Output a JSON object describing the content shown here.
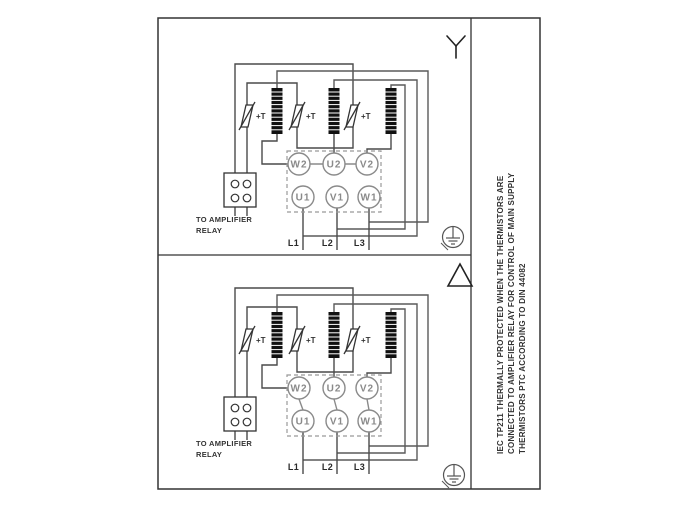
{
  "diagram": {
    "panels": [
      {
        "id": "star",
        "connection_symbol": "star",
        "terminals_top": [
          "W2",
          "U2",
          "V2"
        ],
        "terminals_bottom": [
          "U1",
          "V1",
          "W1"
        ],
        "supply_lines": [
          "L1",
          "L2",
          "L3"
        ],
        "thermistor_label": "+T",
        "relay_note_line1": "TO AMPLIFIER",
        "relay_note_line2": "RELAY"
      },
      {
        "id": "delta",
        "connection_symbol": "delta",
        "terminals_top": [
          "W2",
          "U2",
          "V2"
        ],
        "terminals_bottom": [
          "U1",
          "V1",
          "W1"
        ],
        "supply_lines": [
          "L1",
          "L2",
          "L3"
        ],
        "thermistor_label": "+T",
        "relay_note_line1": "TO AMPLIFIER",
        "relay_note_line2": "RELAY"
      }
    ],
    "side_note_lines": [
      "IEC TP211 THERMALLY PROTECTED WHEN THE THERMISTORS ARE",
      "CONNECTED TO AMPLIFIER RELAY FOR CONTROL OF MAIN SUPPLY",
      "THERMISTORS PTC ACCORDING TO DIN 44082"
    ],
    "colors": {
      "wire": "#4a4a4a",
      "return_wire": "#5a5a5a",
      "terminal": "#8a8a8a",
      "frame": "#333333",
      "winding": "#111111",
      "text": "#333333",
      "symbol": "#222222",
      "ground": "#555555"
    }
  }
}
